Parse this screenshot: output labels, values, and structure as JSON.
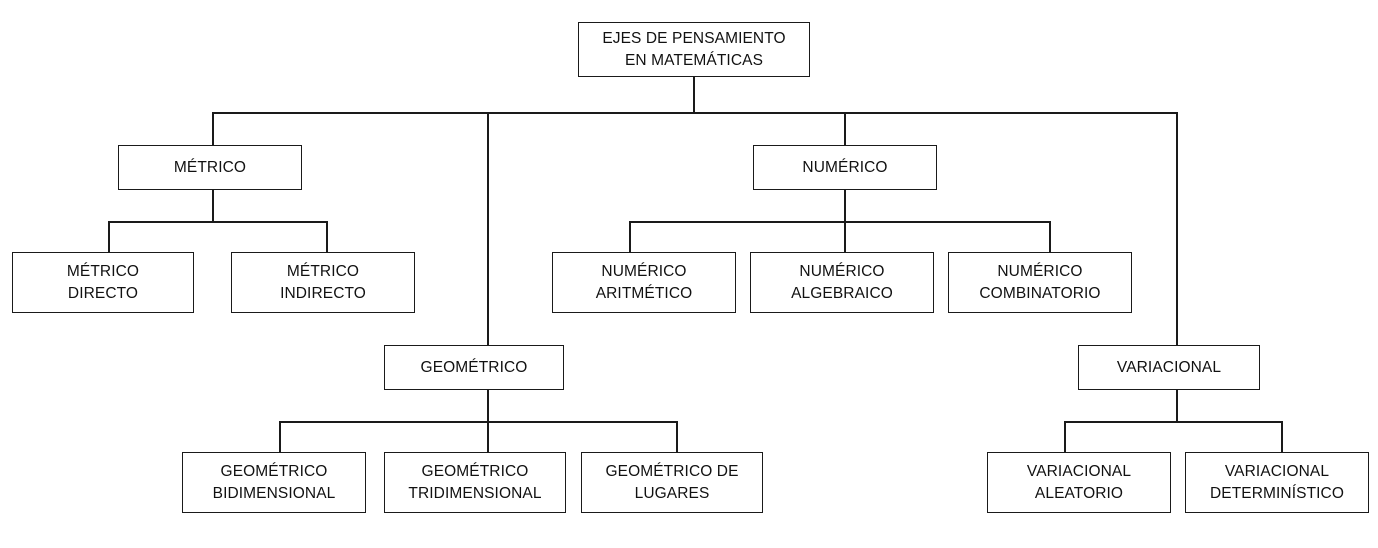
{
  "diagram": {
    "title": "EJES DE PENSAMIENTO EN MATEMÁTICAS",
    "type": "hierarchy-tree",
    "orientation": "top-down",
    "language": "es",
    "colors": {
      "background": "#ffffff",
      "line": "#1a1a1a",
      "box_fill": "#ffffff",
      "text": "#111111"
    },
    "root": {
      "label": "EJES DE PENSAMIENTO\nEN MATEMÁTICAS"
    },
    "branches": [
      {
        "label": "MÉTRICO",
        "children": [
          {
            "label": "MÉTRICO\nDIRECTO"
          },
          {
            "label": "MÉTRICO\nINDIRECTO"
          }
        ]
      },
      {
        "label": "NUMÉRICO",
        "children": [
          {
            "label": "NUMÉRICO\nARITMÉTICO"
          },
          {
            "label": "NUMÉRICO\nALGEBRAICO"
          },
          {
            "label": "NUMÉRICO\nCOMBINATORIO"
          }
        ]
      },
      {
        "label": "GEOMÉTRICO",
        "children": [
          {
            "label": "GEOMÉTRICO\nBIDIMENSIONAL"
          },
          {
            "label": "GEOMÉTRICO\nTRIDIMENSIONAL"
          },
          {
            "label": "GEOMÉTRICO DE\nLUGARES"
          }
        ]
      },
      {
        "label": "VARIACIONAL",
        "children": [
          {
            "label": "VARIACIONAL\nALEATORIO"
          },
          {
            "label": "VARIACIONAL\nDETERMINÍSTICO"
          }
        ]
      }
    ]
  }
}
